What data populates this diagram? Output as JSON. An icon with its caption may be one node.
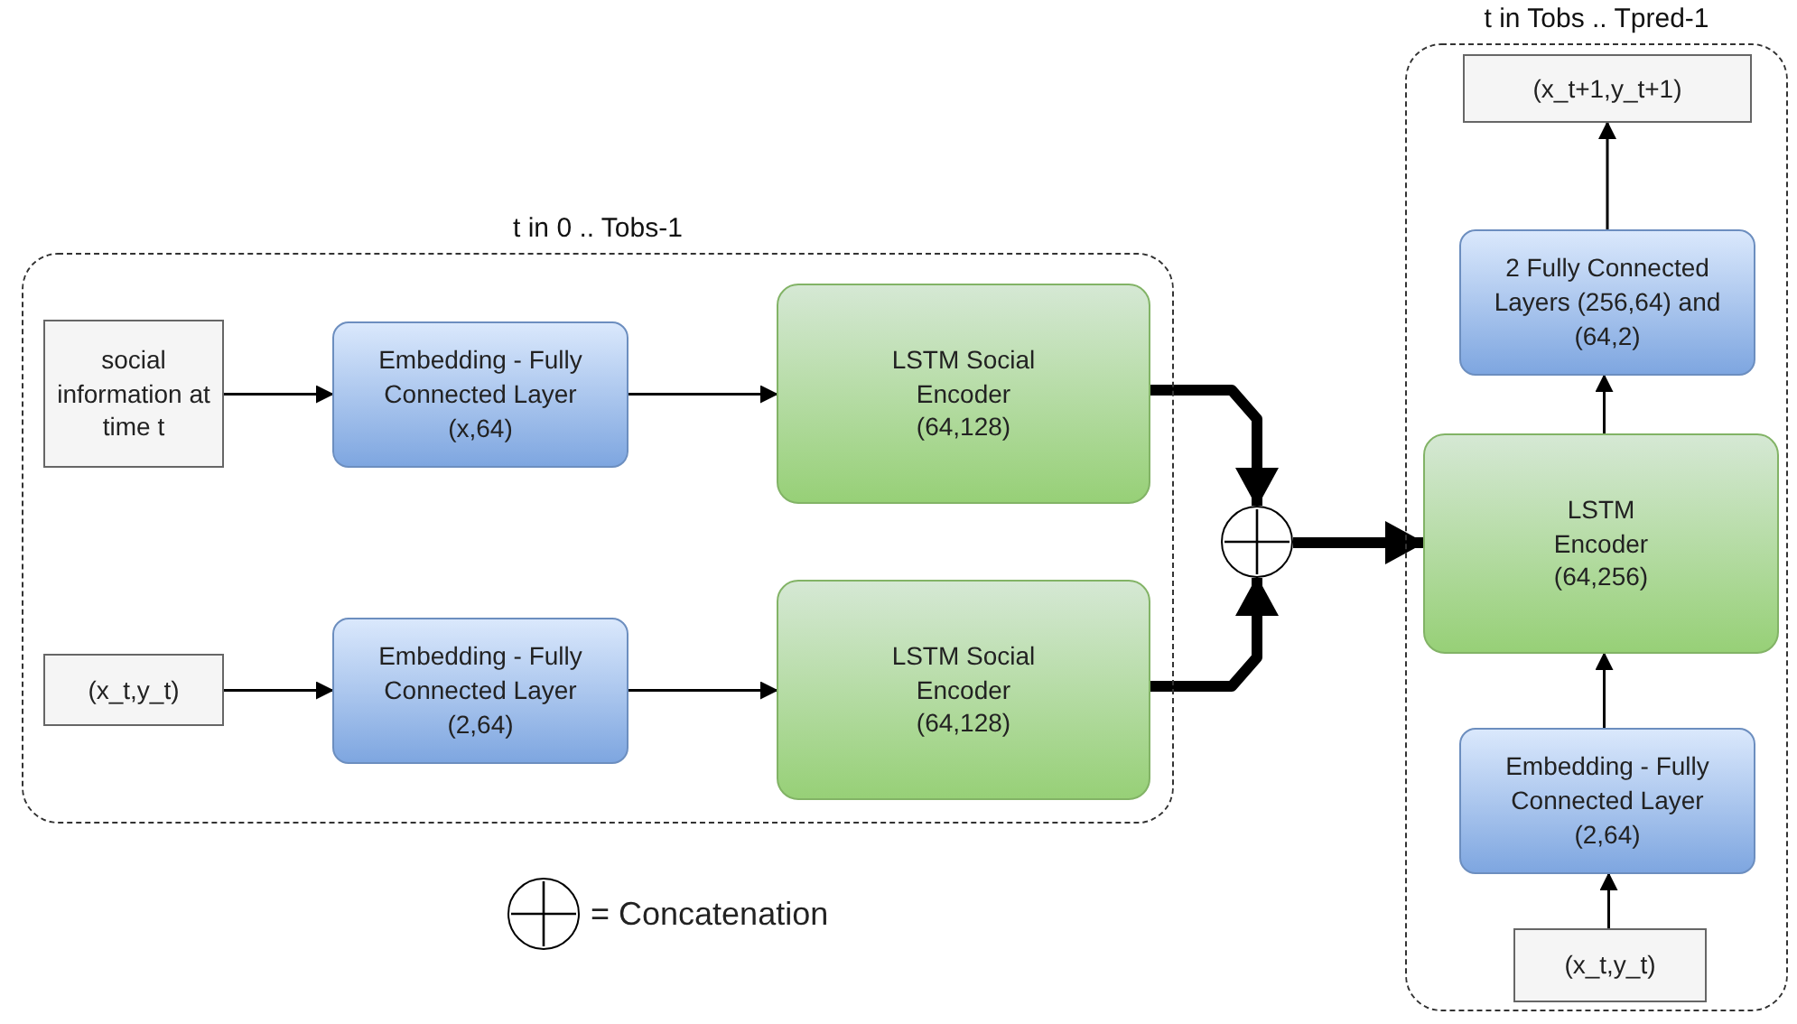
{
  "diagram": {
    "nodes": [
      {
        "text": [
          "t in 0 .. Tobs-1"
        ]
      },
      {
        "text": [
          "social information at time t"
        ],
        "in": 0
      },
      {
        "text": [
          "Embedding - Fully Connected Layer (x,64)"
        ],
        "in": 0
      },
      {
        "text": [
          "LSTM Social Encoder (64,128)"
        ],
        "in": 0
      },
      {
        "text": [
          "(x_t,y_t)"
        ],
        "in": 0
      },
      {
        "text": [
          "Embedding - Fully Connected Layer (2,64)"
        ],
        "in": 0
      },
      {
        "text": [
          "LSTM Social Encoder (64,128)"
        ],
        "in": 0
      },
      {
        "text": [],
        "shape": "circle"
      },
      {
        "text": [
          "t in Tobs .. Tpred-1"
        ]
      },
      {
        "text": [
          "(x_t+1,y_t+1)"
        ],
        "in": 8
      },
      {
        "text": [
          "2 Fully Connected Layers (256,64) and (64,2)"
        ],
        "in": 8
      },
      {
        "text": [
          "LSTM Encoder (64,256)"
        ],
        "in": 8
      },
      {
        "text": [
          "Embedding - Fully Connected Layer (2,64)"
        ],
        "in": 8
      },
      {
        "text": [
          "(x_t,y_t)"
        ],
        "in": 8
      }
    ],
    "edges": [
      {
        "from": 1,
        "to": 2,
        "arrow": "to"
      },
      {
        "from": 2,
        "to": 3,
        "arrow": "to"
      },
      {
        "from": 4,
        "to": 5,
        "arrow": "to"
      },
      {
        "from": 5,
        "to": 6,
        "arrow": "to"
      },
      {
        "from": 3,
        "to": 7,
        "arrow": "to",
        "style": "thick"
      },
      {
        "from": 6,
        "to": 7,
        "arrow": "to",
        "style": "thick"
      },
      {
        "from": 7,
        "to": 11,
        "arrow": "to",
        "style": "thick"
      },
      {
        "from": 13,
        "to": 12,
        "arrow": "to"
      },
      {
        "from": 12,
        "to": 11,
        "arrow": "to"
      },
      {
        "from": 11,
        "to": 10,
        "arrow": "to"
      },
      {
        "from": 10,
        "to": 9,
        "arrow": "to"
      }
    ],
    "legend": [
      {
        "text": "= Concatenation"
      }
    ]
  }
}
